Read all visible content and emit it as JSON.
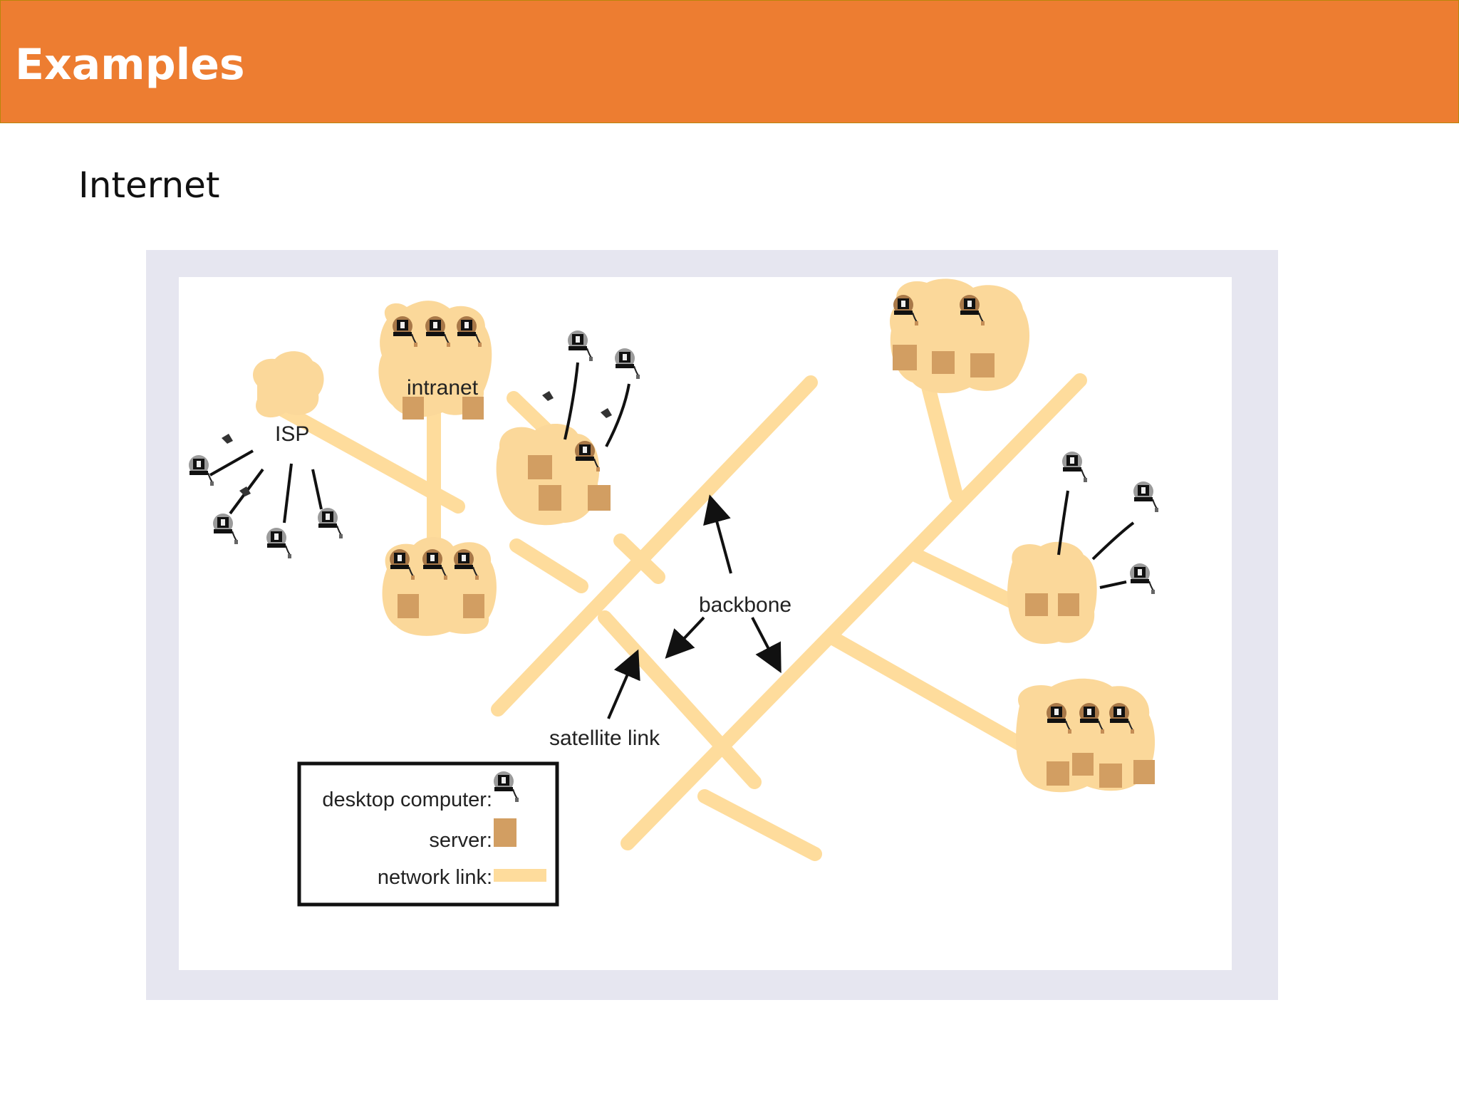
{
  "slide": {
    "title": "Examples",
    "subtitle": "Internet"
  },
  "diagram": {
    "labels": {
      "isp": "ISP",
      "intranet": "intranet",
      "backbone": "backbone",
      "satellite_link": "satellite link"
    },
    "legend": {
      "desktop_computer": "desktop computer:",
      "server": "server:",
      "network_link": "network link:"
    },
    "colors": {
      "link": "#fedc9c",
      "cloud": "#fbd89a",
      "server": "#d29e62",
      "frame": "#e6e6f0"
    }
  }
}
